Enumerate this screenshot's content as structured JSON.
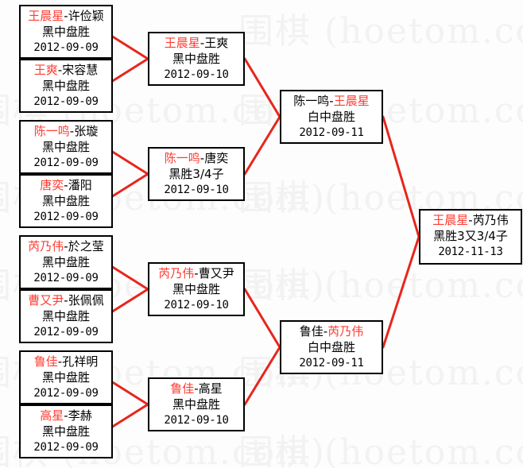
{
  "watermark": {
    "text": "围棋 (hoetom.com)",
    "color": "#f2f2f2"
  },
  "colors": {
    "winner": "#ff3b30",
    "loser": "#000000",
    "connector": "#e8251c",
    "box_border": "#000000",
    "background": "#fdfdfd"
  },
  "bracket": {
    "rounds": [
      {
        "name": "round-1",
        "matches": [
          {
            "id": "r1m1",
            "winner": "王晨星",
            "loser": "许俭颖",
            "result": "黑中盘胜",
            "date": "2012-09-09"
          },
          {
            "id": "r1m2",
            "winner": "王爽",
            "loser": "宋容慧",
            "result": "黑中盘胜",
            "date": "2012-09-09"
          },
          {
            "id": "r1m3",
            "winner": "陈一鸣",
            "loser": "张璇",
            "result": "黑中盘胜",
            "date": "2012-09-09"
          },
          {
            "id": "r1m4",
            "winner": "唐奕",
            "loser": "潘阳",
            "result": "黑中盘胜",
            "date": "2012-09-09"
          },
          {
            "id": "r1m5",
            "winner": "芮乃伟",
            "loser": "於之莹",
            "result": "黑中盘胜",
            "date": "2012-09-09"
          },
          {
            "id": "r1m6",
            "winner": "曹又尹",
            "loser": "张佩佩",
            "result": "黑中盘胜",
            "date": "2012-09-09"
          },
          {
            "id": "r1m7",
            "winner": "鲁佳",
            "loser": "孔祥明",
            "result": "黑中盘胜",
            "date": "2012-09-09"
          },
          {
            "id": "r1m8",
            "winner": "高星",
            "loser": "李赫",
            "result": "黑中盘胜",
            "date": "2012-09-09"
          }
        ]
      },
      {
        "name": "round-2",
        "matches": [
          {
            "id": "r2m1",
            "winner": "王晨星",
            "loser": "王爽",
            "result": "黑中盘胜",
            "date": "2012-09-10"
          },
          {
            "id": "r2m2",
            "winner": "陈一鸣",
            "loser": "唐奕",
            "result": "黑胜3/4子",
            "date": "2012-09-10"
          },
          {
            "id": "r2m3",
            "winner": "芮乃伟",
            "loser": "曹又尹",
            "result": "黑中盘胜",
            "date": "2012-09-10"
          },
          {
            "id": "r2m4",
            "winner": "鲁佳",
            "loser": "高星",
            "result": "黑中盘胜",
            "date": "2012-09-10"
          }
        ]
      },
      {
        "name": "round-3",
        "matches": [
          {
            "id": "r3m1",
            "first": "陈一鸣",
            "second": "王晨星",
            "winner_side": "second",
            "result": "白中盘胜",
            "date": "2012-09-11"
          },
          {
            "id": "r3m2",
            "first": "鲁佳",
            "second": "芮乃伟",
            "winner_side": "second",
            "result": "白中盘胜",
            "date": "2012-09-11"
          }
        ]
      },
      {
        "name": "round-4",
        "matches": [
          {
            "id": "r4m1",
            "winner": "王晨星",
            "loser": "芮乃伟",
            "result": "黑胜3又3/4子",
            "date": "2012-11-13"
          }
        ]
      }
    ]
  }
}
